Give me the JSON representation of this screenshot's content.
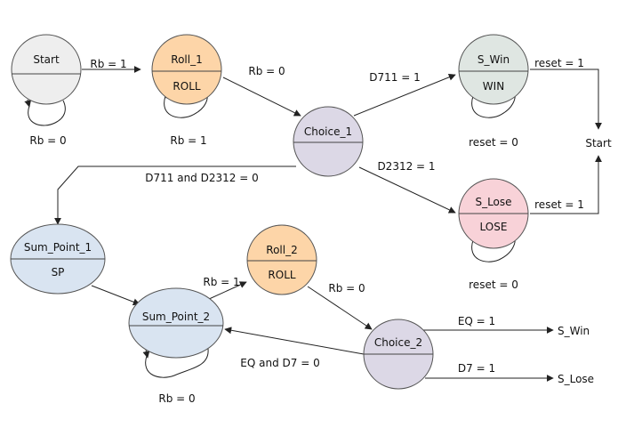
{
  "colors": {
    "start_fill": "#eeeeee",
    "roll_fill": "#fdd5a8",
    "win_fill": "#dfe6e2",
    "lose_fill": "#f8d2d8",
    "choice_fill": "#dcd8e6",
    "point_fill": "#d9e4f1",
    "line": "#222222"
  },
  "states": {
    "start": {
      "name": "Start",
      "output": ""
    },
    "roll_1": {
      "name": "Roll_1",
      "output": "ROLL"
    },
    "choice_1": {
      "name": "Choice_1",
      "output": ""
    },
    "s_win": {
      "name": "S_Win",
      "output": "WIN"
    },
    "s_lose": {
      "name": "S_Lose",
      "output": "LOSE"
    },
    "sum_point_1": {
      "name": "Sum_Point_1",
      "output": "SP"
    },
    "sum_point_2": {
      "name": "Sum_Point_2",
      "output": ""
    },
    "roll_2": {
      "name": "Roll_2",
      "output": "ROLL"
    },
    "choice_2": {
      "name": "Choice_2",
      "output": ""
    }
  },
  "transitions": {
    "start_to_roll1": "Rb = 1",
    "start_self": "Rb = 0",
    "roll1_self": "Rb = 1",
    "roll1_to_choice1": "Rb = 0",
    "choice1_to_win": "D711 = 1",
    "choice1_to_lose": "D2312 = 1",
    "choice1_to_point1": "D711 and D2312 = 0",
    "win_reset": "reset = 1",
    "win_self": "reset = 0",
    "lose_reset": "reset = 1",
    "lose_self": "reset = 0",
    "point2_to_roll2": "Rb = 1",
    "point2_self": "Rb = 0",
    "roll2_to_choice2": "Rb = 0",
    "choice2_to_point2": "EQ and D7 = 0",
    "choice2_to_win": "EQ = 1",
    "choice2_to_lose": "D7 = 1"
  },
  "terminals": {
    "start": "Start",
    "s_win": "S_Win",
    "s_lose": "S_Lose"
  }
}
